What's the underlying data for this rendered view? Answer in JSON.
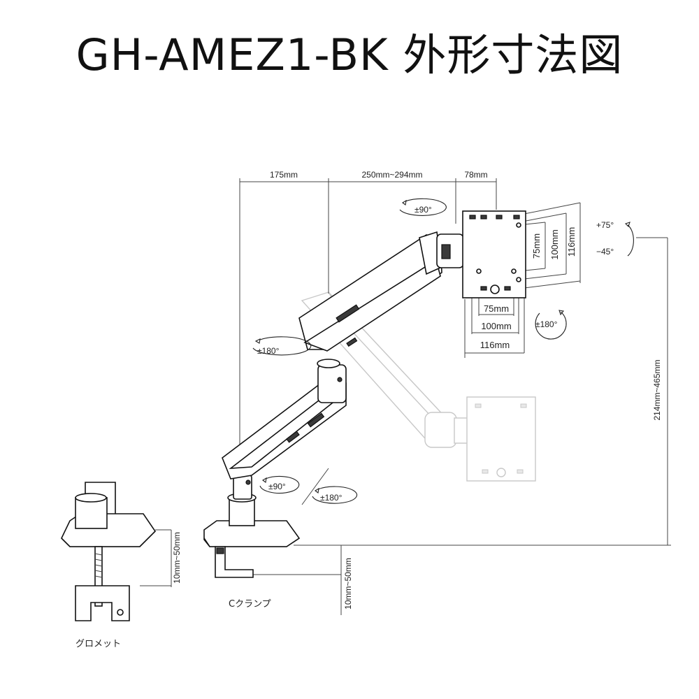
{
  "title": "GH-AMEZ1-BK 外形寸法図",
  "dimensions": {
    "d175": "175mm",
    "d250": "250mm~294mm",
    "d78": "78mm",
    "h214": "214mm~465mm",
    "v75": "75mm",
    "v100": "100mm",
    "v116": "116mm",
    "h75": "75mm",
    "h100": "100mm",
    "h116": "116mm",
    "grommet_range": "10mm~50mm",
    "clamp_range": "10mm~50mm"
  },
  "rotations": {
    "top_pan": "±90°",
    "tilt_up": "+75°",
    "tilt_down": "−45°",
    "vesa_rotate": "±180°",
    "mid_joint": "±180°",
    "base_pan": "±90°",
    "base_swivel": "±180°"
  },
  "labels": {
    "grommet": "グロメット",
    "c_clamp": "Cクランプ"
  }
}
